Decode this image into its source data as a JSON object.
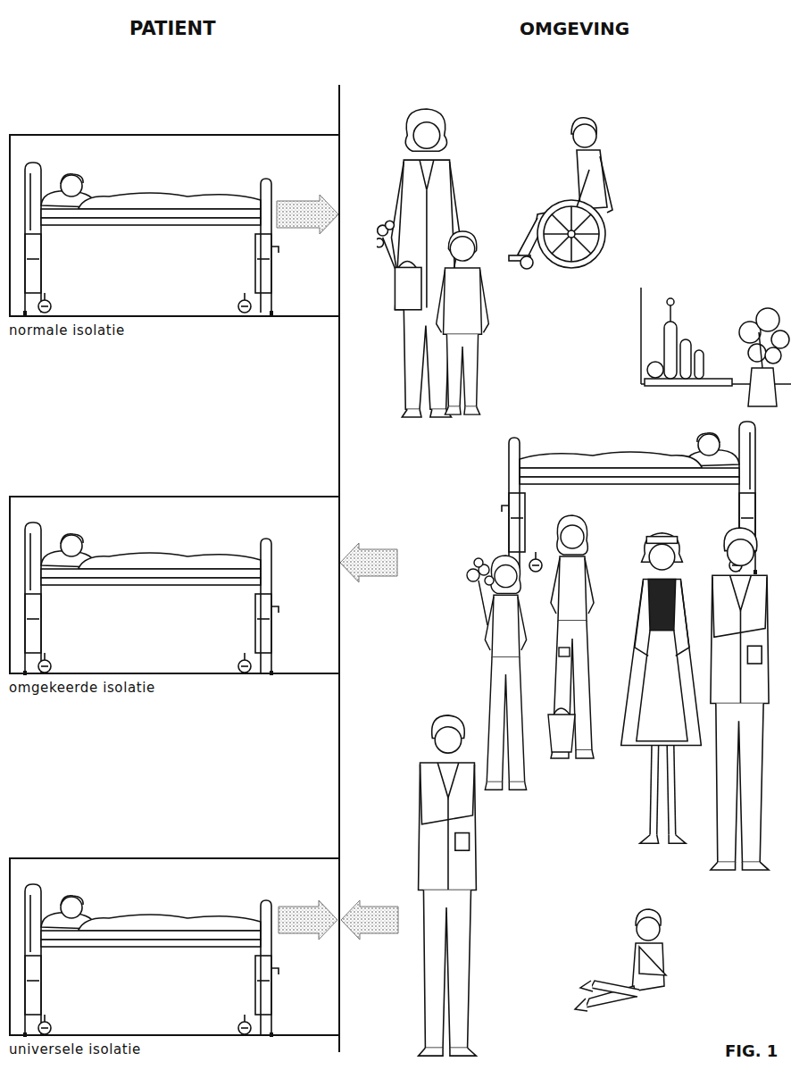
{
  "diagram": {
    "caption": "FIG. 1",
    "nodes": [
      {
        "text": [
          "normale isolatie"
        ]
      },
      {
        "text": [
          "omgekeerde isolatie"
        ]
      },
      {
        "text": [
          "universele isolatie"
        ]
      }
    ],
    "labels": [
      "PATIENT",
      "OMGEVING"
    ]
  }
}
